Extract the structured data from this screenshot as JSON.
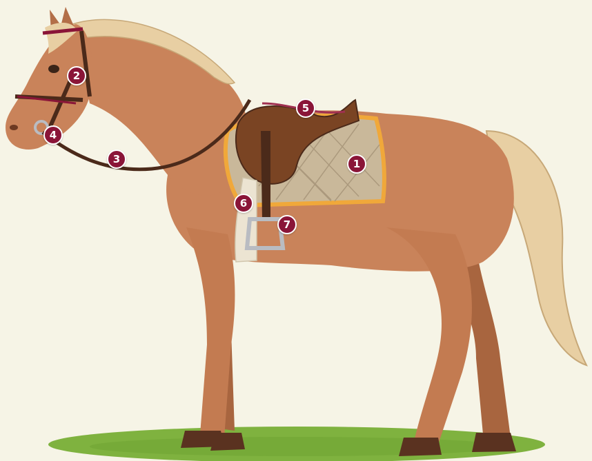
{
  "colors": {
    "background": "#f6f4e6",
    "ground": "#7fb23f",
    "coat": "#c9835a",
    "coat_dark": "#9a5a38",
    "mane": "#e8cfa3",
    "tack": "#4b2a1a",
    "saddle": "#7a4423",
    "pad": "#c9b89a",
    "pad_trim": "#f0a83a",
    "girth": "#ece4d2",
    "stirrup": "#b9bcc2",
    "badge": "#8a1538"
  },
  "labels": [
    {
      "id": "saddle-pad",
      "text": "1"
    },
    {
      "id": "bridle",
      "text": "2"
    },
    {
      "id": "reins",
      "text": "3"
    },
    {
      "id": "bit",
      "text": "4"
    },
    {
      "id": "saddle",
      "text": "5"
    },
    {
      "id": "girth",
      "text": "6"
    },
    {
      "id": "stirrup",
      "text": "7"
    }
  ]
}
